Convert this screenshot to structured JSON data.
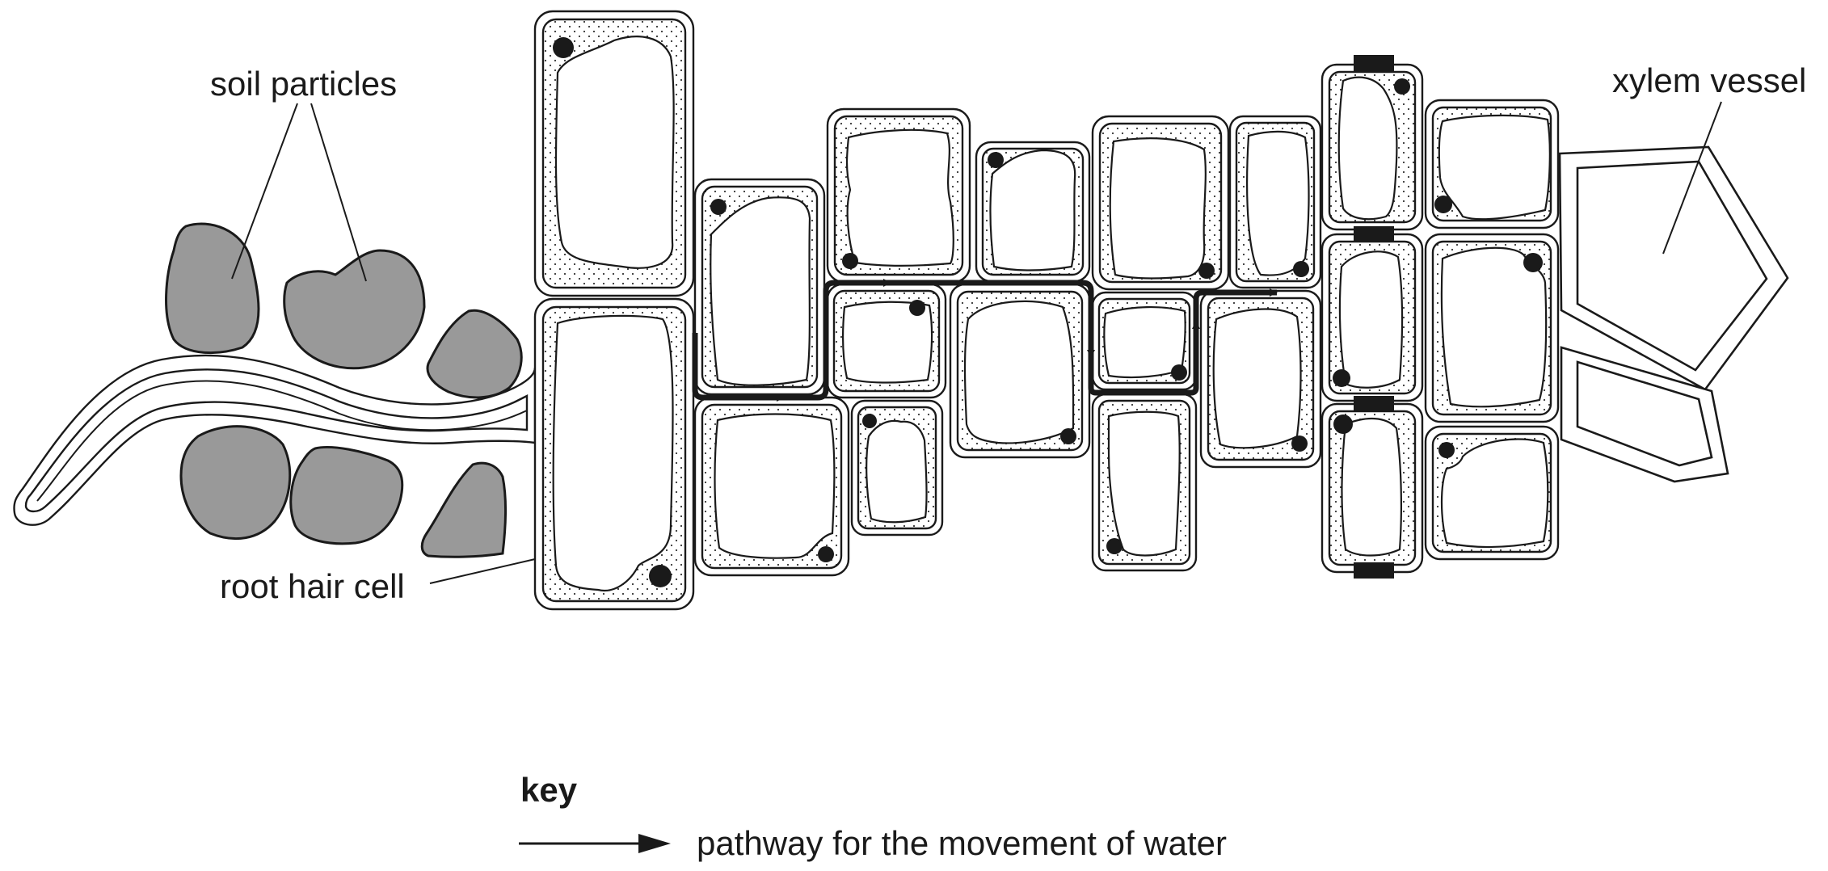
{
  "labels": {
    "soil_particles": "soil particles",
    "root_hair_cell": "root hair cell",
    "xylem_vessel": "xylem vessel"
  },
  "key": {
    "title": "key",
    "arrow_meaning": "pathway for the movement of water"
  },
  "colors": {
    "ink": "#1a1a1a",
    "soil": "#999999",
    "background": "#ffffff"
  },
  "icons": [
    "arrow-icon"
  ]
}
